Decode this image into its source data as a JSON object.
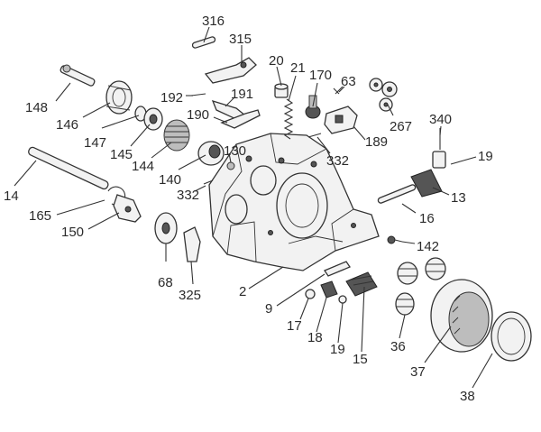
{
  "callouts": {
    "c316": "316",
    "c315": "315",
    "c20": "20",
    "c21": "21",
    "c170": "170",
    "c63": "63",
    "c148": "148",
    "c146": "146",
    "c192": "192",
    "c191": "191",
    "c190": "190",
    "c147": "147",
    "c145": "145",
    "c144": "144",
    "c267": "267",
    "c340": "340",
    "c19a": "19",
    "c189": "189",
    "c130": "130",
    "c140": "140",
    "c332a": "332",
    "c332b": "332",
    "c14": "14",
    "c13": "13",
    "c165": "165",
    "c16": "16",
    "c150": "150",
    "c142": "142",
    "c68": "68",
    "c325": "325",
    "c2": "2",
    "c9": "9",
    "c17": "17",
    "c18": "18",
    "c19b": "19",
    "c15": "15",
    "c36": "36",
    "c37": "37",
    "c38": "38"
  }
}
